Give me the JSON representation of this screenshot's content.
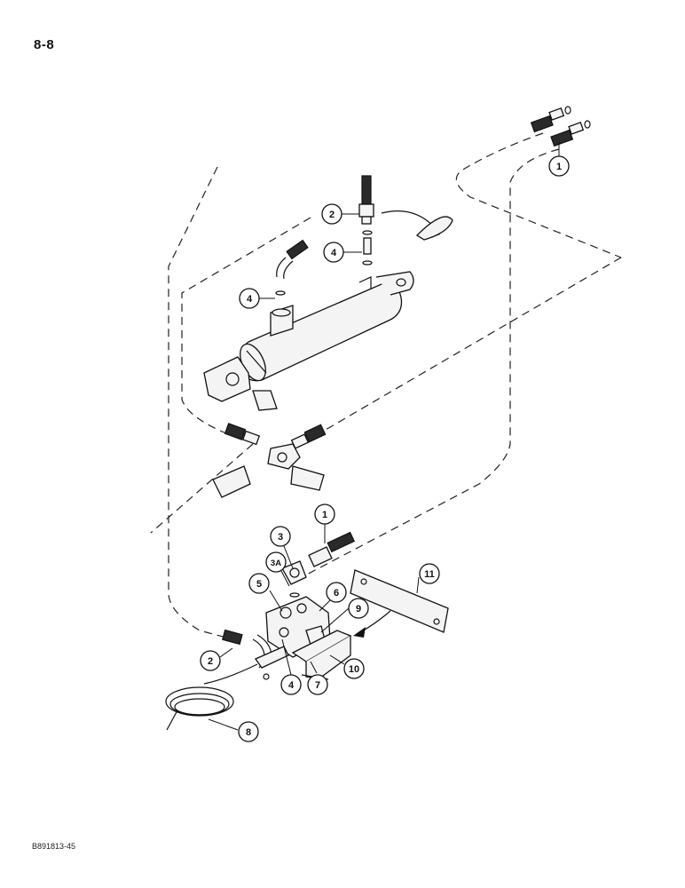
{
  "page": {
    "page_number": "8-8",
    "figure_code": "B891813-45"
  },
  "callouts": [
    {
      "id": "c1a",
      "label": "1"
    },
    {
      "id": "c2a",
      "label": "2"
    },
    {
      "id": "c4a",
      "label": "4"
    },
    {
      "id": "c4b",
      "label": "4"
    },
    {
      "id": "c1b",
      "label": "1"
    },
    {
      "id": "c3",
      "label": "3"
    },
    {
      "id": "c3A",
      "label": "3A"
    },
    {
      "id": "c5",
      "label": "5"
    },
    {
      "id": "c6",
      "label": "6"
    },
    {
      "id": "c9",
      "label": "9"
    },
    {
      "id": "c11",
      "label": "11"
    },
    {
      "id": "c2b",
      "label": "2"
    },
    {
      "id": "c4c",
      "label": "4"
    },
    {
      "id": "c7",
      "label": "7"
    },
    {
      "id": "c10",
      "label": "10"
    },
    {
      "id": "c8",
      "label": "8"
    }
  ]
}
